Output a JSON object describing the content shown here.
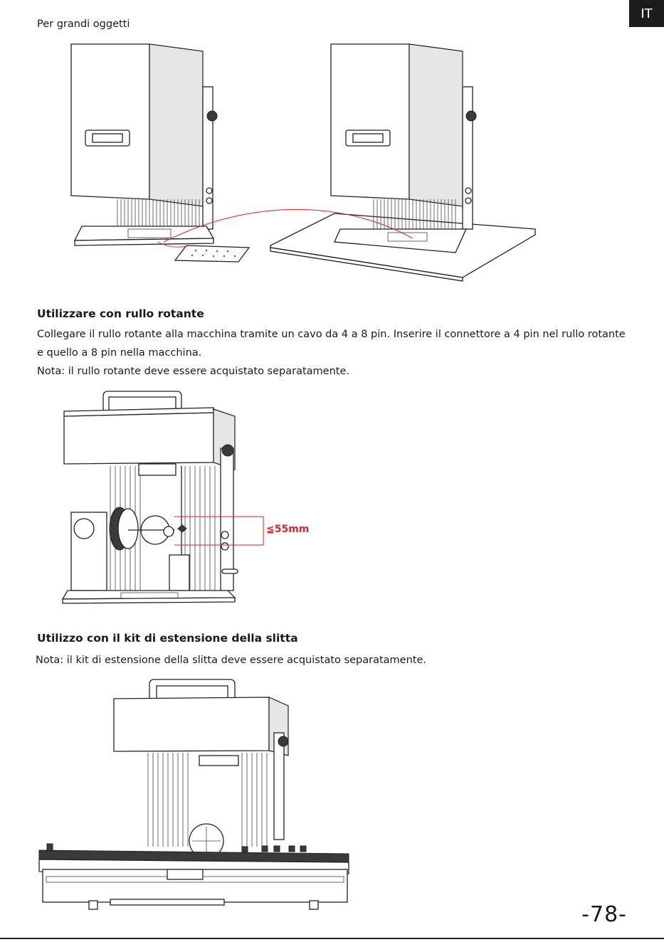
{
  "page": {
    "lang_tab": "IT",
    "page_number": "-78-"
  },
  "section1": {
    "title": "Per grandi oggetti"
  },
  "section2": {
    "heading": "Utilizzare con rullo rotante",
    "line1": "Collegare il rullo rotante alla macchina tramite un cavo da 4 a 8 pin. Inserire il connettore a 4 pin nel rullo rotante",
    "line2": "e quello a 8 pin nella macchina.",
    "note": "Nota: il rullo rotante deve essere acquistato separatamente.",
    "dimension": "≦55mm"
  },
  "section3": {
    "heading": "Utilizzo con il kit di estensione della slitta",
    "note": "Nota: il kit di estensione della slitta deve essere acquistato separatamente."
  },
  "colors": {
    "accent_red": "#d9262e",
    "badge_bg": "#1c1c1c"
  }
}
